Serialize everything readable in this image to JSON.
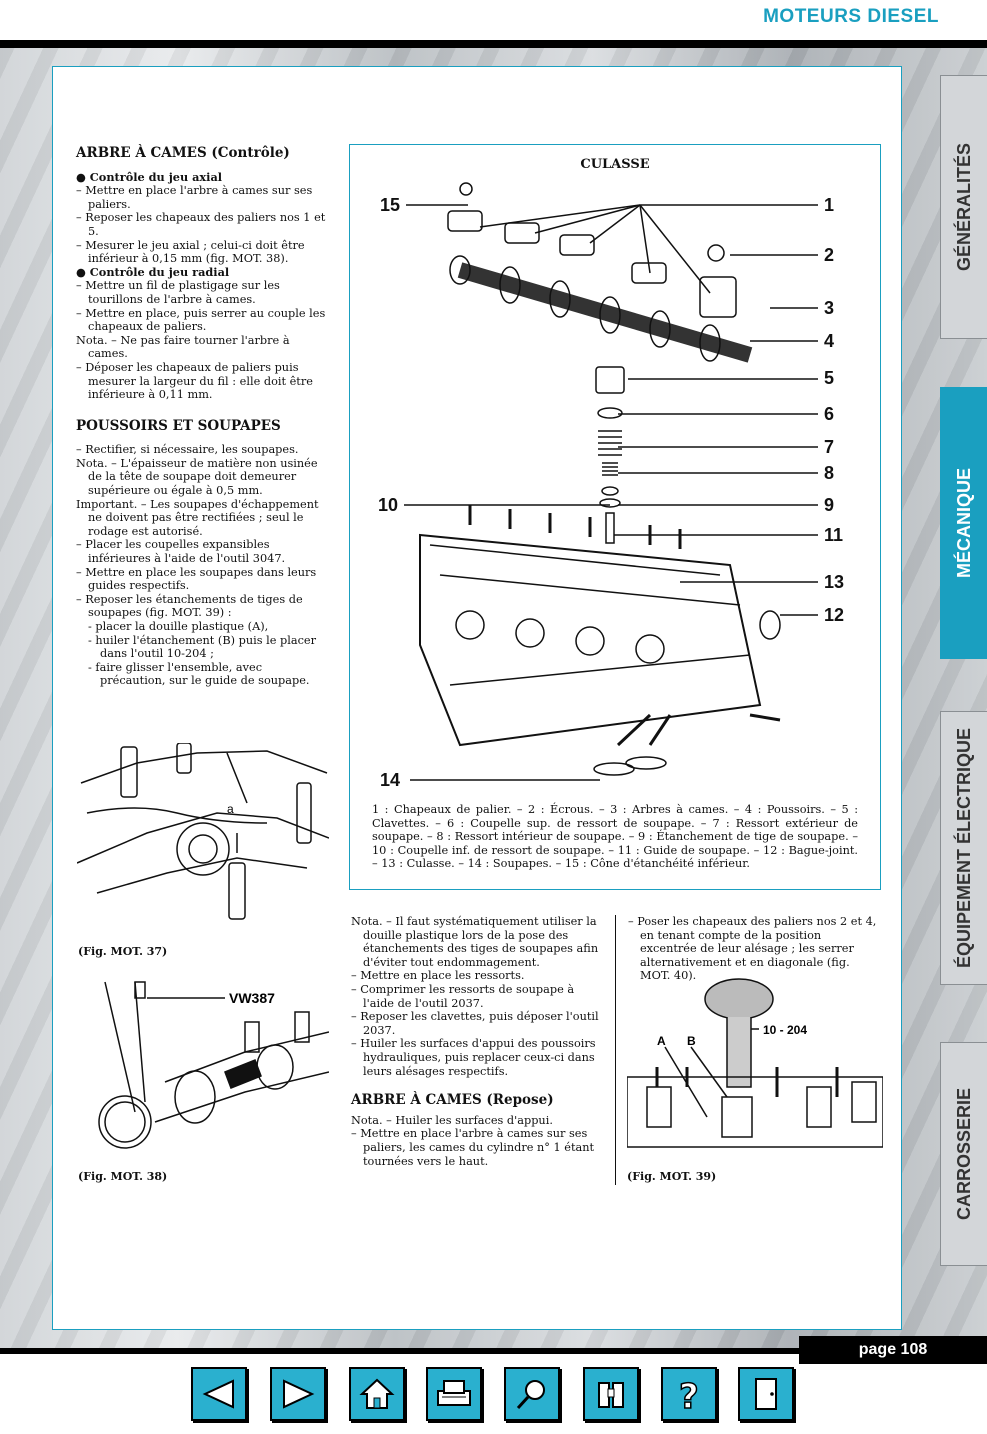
{
  "header": {
    "section_title": "MOTEURS  DIESEL"
  },
  "tabs": [
    {
      "label": "GÉNÉRALITÉS",
      "active": false
    },
    {
      "label": "MÉCANIQUE",
      "active": true
    },
    {
      "label": "ÉQUIPEMENT ÉLECTRIQUE",
      "active": false
    },
    {
      "label": "CARROSSERIE",
      "active": false
    }
  ],
  "footer": {
    "page_label": "page 108"
  },
  "colors": {
    "accent": "#1a9fc0",
    "nav_button": "#2ab0cf"
  },
  "left": {
    "h1": "ARBRE À CAMES (Contrôle)",
    "b1": "● Contrôle du jeu axial",
    "l1": "– Mettre en place l'arbre à cames sur ses paliers.",
    "l2": "– Reposer les chapeaux des paliers nos 1 et 5.",
    "l3": "– Mesurer le jeu axial ; celui-ci doit être inférieur à 0,15 mm (fig. MOT. 38).",
    "b2": "● Contrôle du jeu radial",
    "l4": "– Mettre un fil de plastigage sur les tourillons de l'arbre à cames.",
    "l5": "– Mettre en place, puis serrer au couple les chapeaux de paliers.",
    "l6": "Nota. – Ne pas faire tourner l'arbre à cames.",
    "l7": "– Déposer les chapeaux de paliers puis mesurer la largeur du fil : elle doit être inférieure à 0,11 mm.",
    "h2": "POUSSOIRS ET SOUPAPES",
    "l8": "– Rectifier, si nécessaire, les soupapes.",
    "l9": "Nota. – L'épaisseur de matière non usinée de la tête de soupape doit demeurer supérieure ou égale à 0,5 mm.",
    "l10": "Important. – Les soupapes d'échappement ne doivent pas être rectifiées ; seul le rodage est autorisé.",
    "l11": "– Placer les coupelles expansibles inférieures à l'aide de l'outil 3047.",
    "l12": "– Mettre en place les soupapes dans leurs guides respectifs.",
    "l13": "– Reposer les étanchements de tiges de soupapes (fig. MOT. 39) :",
    "s1": "- placer la douille plastique (A),",
    "s2": "- huiler l'étanchement (B) puis le placer dans l'outil 10-204 ;",
    "s3": "- faire glisser l'ensemble, avec précaution, sur le guide de soupape."
  },
  "mid": {
    "l1": "Nota. – Il faut systématiquement utiliser la douille plastique lors de la pose des étanchements des tiges de soupapes afin d'éviter tout endommagement.",
    "l2": "– Mettre en place les ressorts.",
    "l3": "– Comprimer les ressorts de soupape à l'aide de l'outil 2037.",
    "l4": "– Reposer les clavettes, puis déposer l'outil 2037.",
    "l5": "– Huiler les surfaces d'appui des poussoirs hydrauliques, puis replacer ceux-ci dans leurs alésages respectifs.",
    "h": "ARBRE À CAMES (Repose)",
    "l6": "Nota. – Huiler les surfaces d'appui.",
    "l7": "– Mettre en place l'arbre à cames sur ses paliers, les cames du cylindre n° 1 étant tournées vers le haut."
  },
  "right": {
    "l1": "– Poser les chapeaux des paliers nos 2 et 4, en tenant compte de la position excentrée de leur alésage ; les serrer alternativement et en diagonale (fig. MOT. 40)."
  },
  "figure": {
    "title": "CULASSE",
    "callouts": [
      "15",
      "1",
      "2",
      "3",
      "4",
      "5",
      "6",
      "7",
      "8",
      "9",
      "10",
      "11",
      "13",
      "12",
      "14"
    ],
    "caption": "1 : Chapeaux de palier. – 2 : Écrous. – 3 : Arbres à cames. – 4 : Poussoirs. – 5 : Clavettes. – 6 : Coupelle sup. de ressort de soupape. – 7 : Ressort extérieur de soupape. – 8 : Ressort intérieur de soupape. – 9 : Étanchement de tige de soupape. – 10 : Coupelle inf. de ressort de soupape. – 11 : Guide de soupape. – 12 : Bague-joint. – 13 : Culasse. – 14 : Soupapes. – 15 : Cône d'étanchéité inférieur."
  },
  "figs": {
    "f37": "(Fig. MOT. 37)",
    "f38": "(Fig. MOT. 38)",
    "f39": "(Fig. MOT. 39)",
    "tool38": "VW387",
    "tool39": "10 - 204",
    "a37": "a",
    "A39": "A",
    "B39": "B"
  },
  "nav": [
    "previous-page",
    "next-page",
    "home",
    "print",
    "search",
    "index",
    "help",
    "exit"
  ]
}
